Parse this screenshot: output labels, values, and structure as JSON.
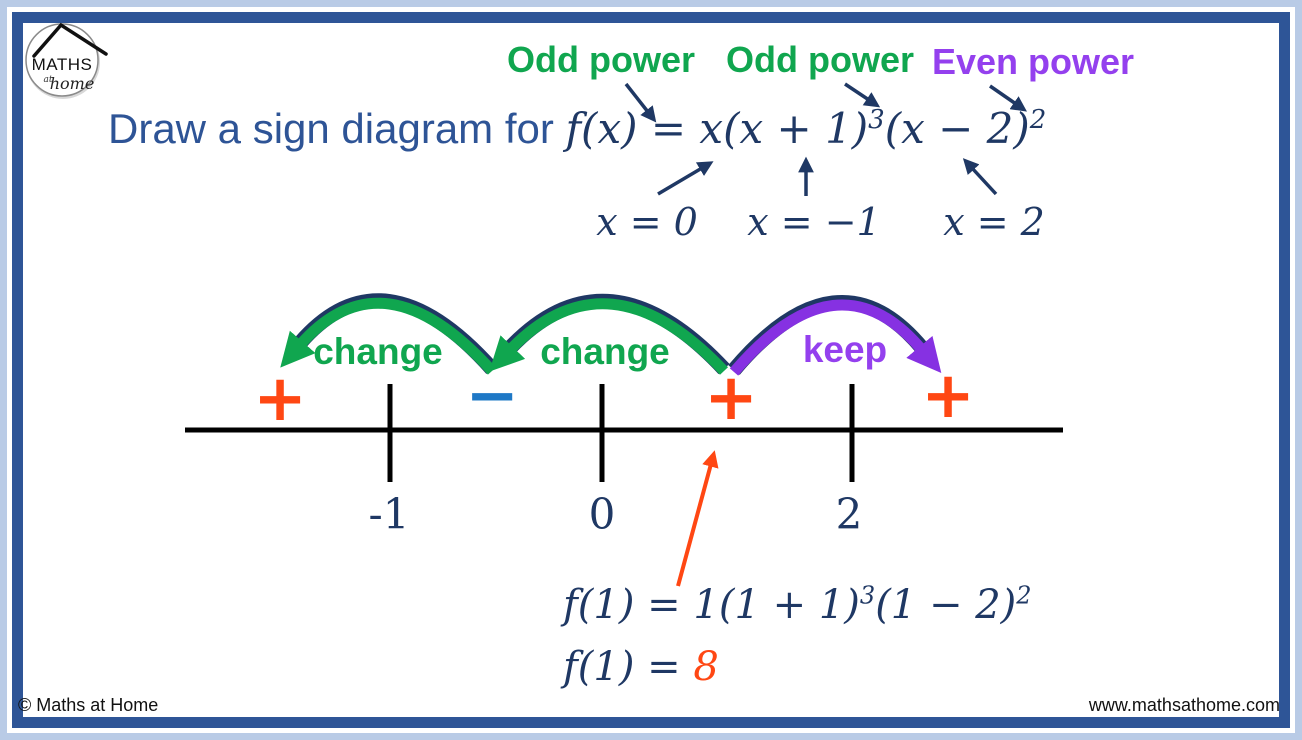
{
  "logo": {
    "line1": "MATHS",
    "line2": "at",
    "line3": "home"
  },
  "header": {
    "power_labels": [
      {
        "text": "Odd power",
        "color": "#10a64f"
      },
      {
        "text": "Odd power",
        "color": "#10a64f"
      },
      {
        "text": "Even power",
        "color": "#9440ee"
      }
    ],
    "title_prefix": "Draw a sign diagram for ",
    "equation": {
      "part1": "f(x) = x(x + 1)",
      "exp1": "3",
      "part2": "(x − 2)",
      "exp2": "2"
    },
    "roots": [
      "x = 0",
      "x = −1",
      "x = 2"
    ]
  },
  "diagram": {
    "arcs": [
      {
        "label": "change",
        "color": "#10a64f"
      },
      {
        "label": "change",
        "color": "#10a64f"
      },
      {
        "label": "keep",
        "color": "#9440ee"
      }
    ],
    "signs": [
      {
        "symbol": "+",
        "color": "#ff4713"
      },
      {
        "symbol": "−",
        "color": "#1e78c6"
      },
      {
        "symbol": "+",
        "color": "#ff4713"
      },
      {
        "symbol": "+",
        "color": "#ff4713"
      }
    ],
    "tick_labels": [
      "-1",
      "0",
      "2"
    ]
  },
  "evaluation": {
    "line1": {
      "part1": "f(1) = 1(1 + 1)",
      "exp1": "3",
      "part2": "(1 − 2)",
      "exp2": "2"
    },
    "line2_prefix": "f(1) = ",
    "line2_value": "8",
    "value_color": "#ff4713"
  },
  "footer": {
    "copyright": "© Maths at Home",
    "website": "www.mathsathome.com"
  },
  "palette": {
    "frame_border": "#2e5597",
    "outer_background": "#b9cbe6",
    "navy_text": "#1f3864",
    "title_blue": "#2e5496",
    "line_black": "#000000"
  }
}
